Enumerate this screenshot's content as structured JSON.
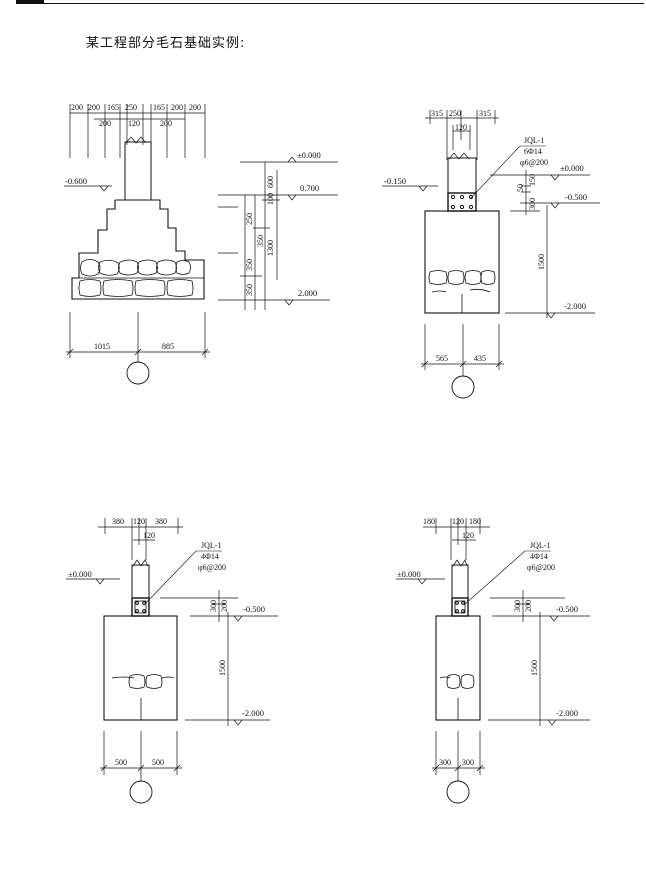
{
  "title": "某工程部分毛石基础实例:",
  "diagrams": [
    {
      "top_dims": [
        "200",
        "200",
        "165",
        "250",
        "165",
        "200",
        "200"
      ],
      "second_dims": [
        "200",
        "120",
        "200"
      ],
      "level_labels": [
        "±0.000",
        "-0.600",
        "0.700",
        "2.000"
      ],
      "vertical_dims": [
        "600",
        "100",
        "250",
        "350",
        "350",
        "1300",
        "350"
      ],
      "bottom_dims": [
        "1015",
        "885"
      ]
    },
    {
      "top_dims": [
        "315",
        "250",
        "315"
      ],
      "second_dims": [
        "120"
      ],
      "beam_label": "JQL-1",
      "rebar_main": "6Φ14",
      "rebar_stirrup": "φ6@200",
      "level_labels": [
        "±0.000",
        "-0.150",
        "-0.500",
        "-2.000"
      ],
      "vertical_dims": [
        "150",
        "50",
        "300",
        "1500"
      ],
      "bottom_dims": [
        "565",
        "435"
      ]
    },
    {
      "top_dims": [
        "380",
        "120",
        "380"
      ],
      "second_dims": [
        "120"
      ],
      "beam_label": "JQL-1",
      "rebar_main": "4Φ14",
      "rebar_stirrup": "φ6@200",
      "level_labels": [
        "±0.000",
        "-0.500",
        "-2.000"
      ],
      "vertical_dims": [
        "200",
        "300",
        "1500"
      ],
      "bottom_dims": [
        "500",
        "500"
      ]
    },
    {
      "top_dims": [
        "180",
        "120",
        "180"
      ],
      "second_dims": [
        "120"
      ],
      "beam_label": "JQL-1",
      "rebar_main": "4Φ14",
      "rebar_stirrup": "φ6@200",
      "level_labels": [
        "±0.000",
        "-0.500",
        "-2.000"
      ],
      "vertical_dims": [
        "200",
        "300",
        "1500"
      ],
      "bottom_dims": [
        "300",
        "300"
      ]
    }
  ]
}
